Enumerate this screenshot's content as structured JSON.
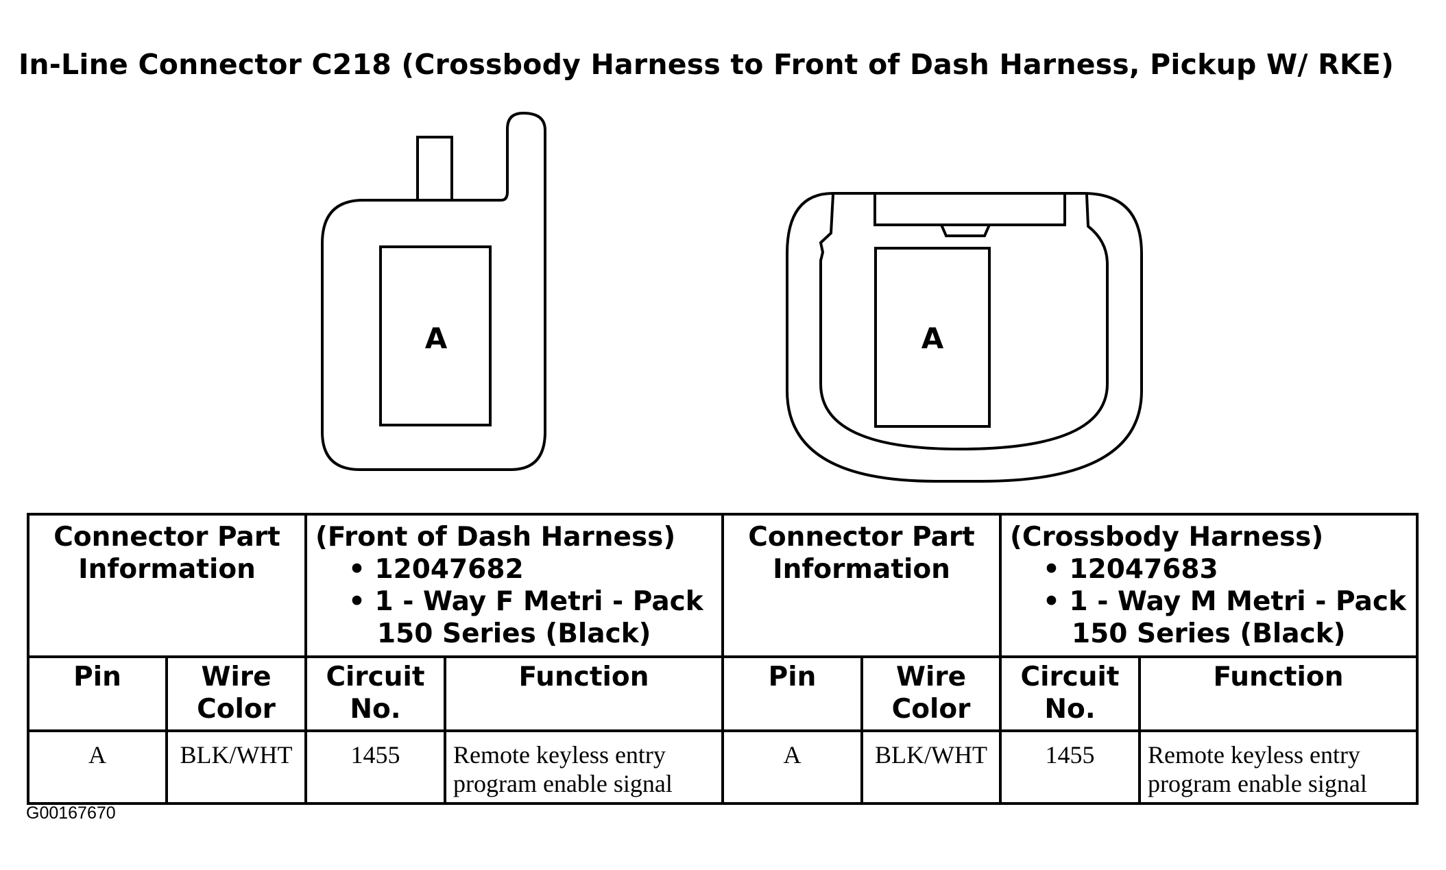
{
  "title": "In-Line Connector C218 (Crossbody Harness to Front of Dash Harness, Pickup W/ RKE)",
  "connectors": {
    "left_pin_label": "A",
    "right_pin_label": "A"
  },
  "table": {
    "left": {
      "info_header": "Connector Part Information",
      "harness": "(Front of Dash Harness)",
      "part_number": "• 12047682",
      "description_line1": "• 1 - Way F Metri - Pack",
      "description_line2": "150 Series (Black)"
    },
    "right": {
      "info_header": "Connector Part Information",
      "harness": "(Crossbody Harness)",
      "part_number": "• 12047683",
      "description_line1": "• 1 - Way M Metri - Pack",
      "description_line2": "150 Series (Black)"
    },
    "columns": {
      "pin": "Pin",
      "wire_color": "Wire Color",
      "circuit_no": "Circuit No.",
      "function": "Function"
    },
    "rows": [
      {
        "pin": "A",
        "wire_color": "BLK/WHT",
        "circuit": "1455",
        "function": "Remote keyless entry program enable signal"
      }
    ]
  },
  "figure_id": "G00167670"
}
